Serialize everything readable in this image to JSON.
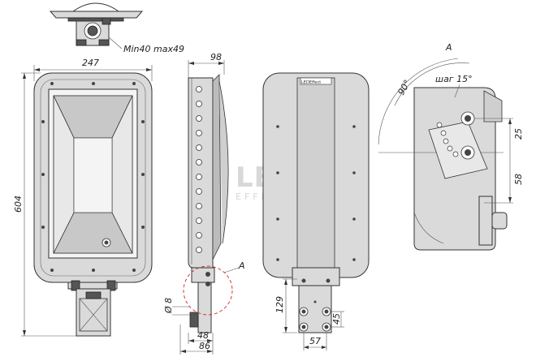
{
  "labels": {
    "mount_range": "Min40 max49",
    "width": "247",
    "height": "604",
    "side_depth": "98",
    "side_d8": "Ø 8",
    "side_48": "48",
    "side_86": "86",
    "detail_ref": "A",
    "back_129": "129",
    "back_45": "45",
    "back_57": "57",
    "detail_title": "A",
    "detail_step": "шаг 15°",
    "detail_angle": "90°",
    "detail_25": "25",
    "detail_58": "58",
    "brand_plate": "LEDEffect"
  },
  "watermark": {
    "main": "LED",
    "sub": "EFFECT"
  },
  "colors": {
    "body": "#dadada",
    "detail_circle": "#d33a3a",
    "watermark": "#d8d8d8"
  }
}
